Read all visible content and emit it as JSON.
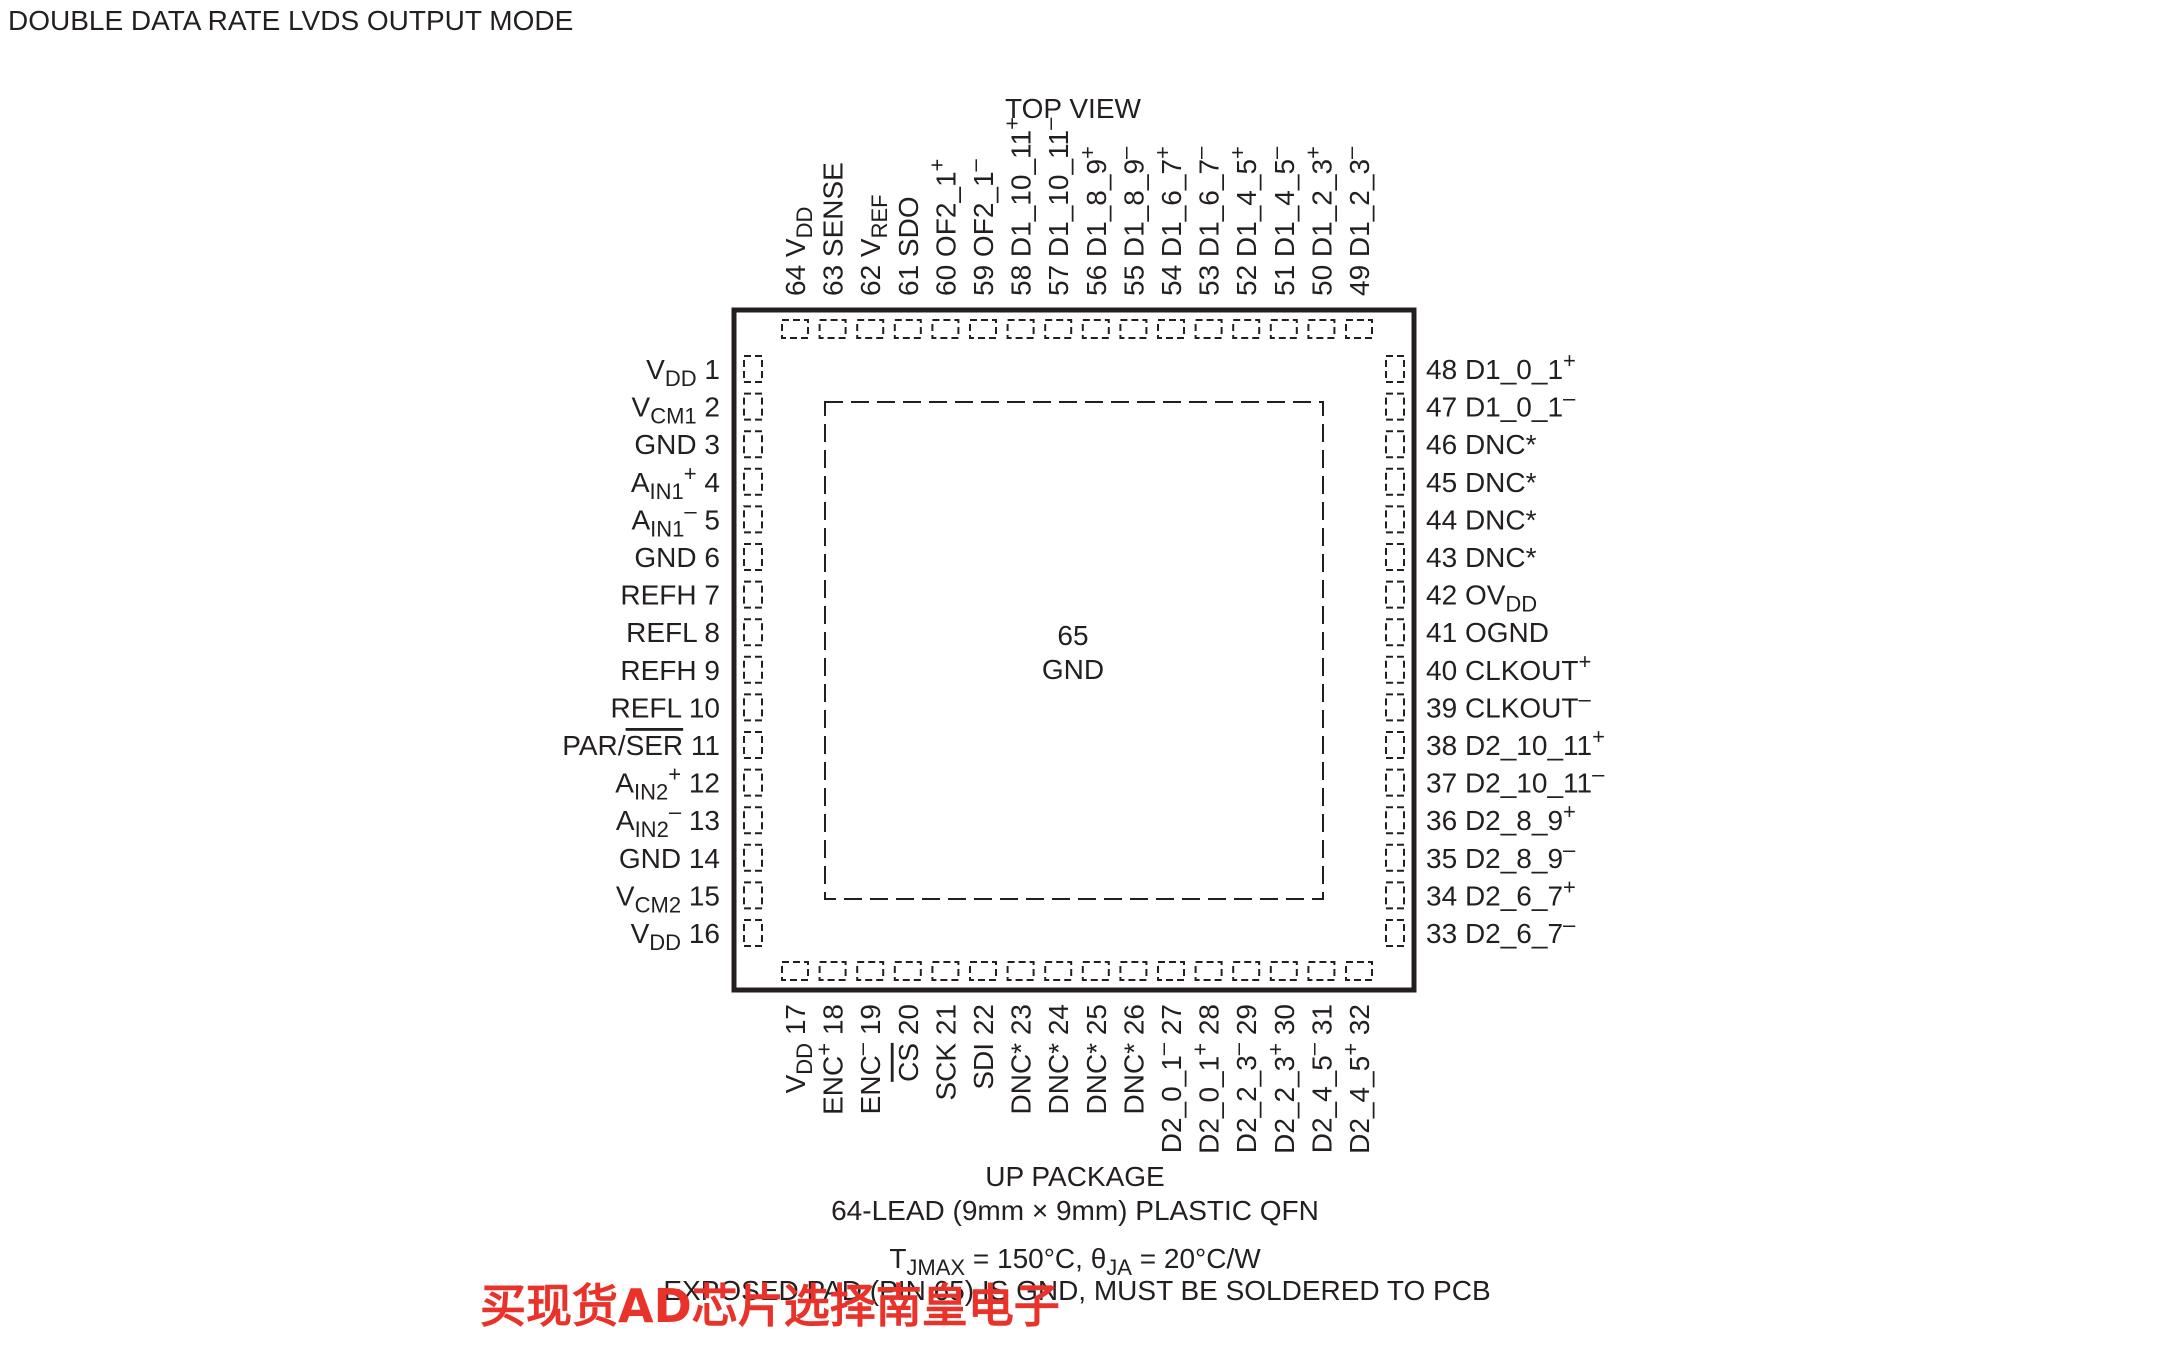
{
  "header": {
    "mode_title": "DOUBLE DATA RATE LVDS OUTPUT MODE",
    "view_label": "TOP VIEW"
  },
  "pad": {
    "line1": "65",
    "line2": "GND"
  },
  "footer": {
    "package_name": "UP PACKAGE",
    "package_desc": "64-LEAD (9mm × 9mm) PLASTIC QFN",
    "thermal": [
      {
        "t": "T"
      },
      {
        "t": "JMAX",
        "s": "sub"
      },
      {
        "t": " = 150°C, "
      },
      {
        "t": "θ"
      },
      {
        "t": "JA",
        "s": "sub"
      },
      {
        "t": " = 20°C/W"
      }
    ],
    "exposed_pad_note": "EXPOSED PAD (PIN 65) IS GND, MUST BE SOLDERED TO PCB"
  },
  "watermark": "买现货AD芯片选择南皇电子",
  "pins": {
    "left": [
      {
        "n": 1,
        "p": [
          {
            "t": "V"
          },
          {
            "t": "DD",
            "s": "sub"
          }
        ]
      },
      {
        "n": 2,
        "p": [
          {
            "t": "V"
          },
          {
            "t": "CM1",
            "s": "sub"
          }
        ]
      },
      {
        "n": 3,
        "p": [
          {
            "t": "GND"
          }
        ]
      },
      {
        "n": 4,
        "p": [
          {
            "t": "A"
          },
          {
            "t": "IN1",
            "s": "sub"
          },
          {
            "t": "+",
            "s": "sup"
          }
        ]
      },
      {
        "n": 5,
        "p": [
          {
            "t": "A"
          },
          {
            "t": "IN1",
            "s": "sub"
          },
          {
            "t": "–",
            "s": "sup"
          }
        ]
      },
      {
        "n": 6,
        "p": [
          {
            "t": "GND"
          }
        ]
      },
      {
        "n": 7,
        "p": [
          {
            "t": "REFH"
          }
        ]
      },
      {
        "n": 8,
        "p": [
          {
            "t": "REFL"
          }
        ]
      },
      {
        "n": 9,
        "p": [
          {
            "t": "REFH"
          }
        ]
      },
      {
        "n": 10,
        "p": [
          {
            "t": "REFL"
          }
        ]
      },
      {
        "n": 11,
        "p": [
          {
            "t": "PAR/"
          },
          {
            "t": "SER",
            "s": "ov"
          }
        ]
      },
      {
        "n": 12,
        "p": [
          {
            "t": "A"
          },
          {
            "t": "IN2",
            "s": "sub"
          },
          {
            "t": "+",
            "s": "sup"
          }
        ]
      },
      {
        "n": 13,
        "p": [
          {
            "t": "A"
          },
          {
            "t": "IN2",
            "s": "sub"
          },
          {
            "t": "–",
            "s": "sup"
          }
        ]
      },
      {
        "n": 14,
        "p": [
          {
            "t": "GND"
          }
        ]
      },
      {
        "n": 15,
        "p": [
          {
            "t": "V"
          },
          {
            "t": "CM2",
            "s": "sub"
          }
        ]
      },
      {
        "n": 16,
        "p": [
          {
            "t": "V"
          },
          {
            "t": "DD",
            "s": "sub"
          }
        ]
      }
    ],
    "right": [
      {
        "n": 48,
        "p": [
          {
            "t": "D1_0_1"
          },
          {
            "t": "+",
            "s": "sup"
          }
        ]
      },
      {
        "n": 47,
        "p": [
          {
            "t": "D1_0_1"
          },
          {
            "t": "–",
            "s": "sup"
          }
        ]
      },
      {
        "n": 46,
        "p": [
          {
            "t": "DNC*"
          }
        ]
      },
      {
        "n": 45,
        "p": [
          {
            "t": "DNC*"
          }
        ]
      },
      {
        "n": 44,
        "p": [
          {
            "t": "DNC*"
          }
        ]
      },
      {
        "n": 43,
        "p": [
          {
            "t": "DNC*"
          }
        ]
      },
      {
        "n": 42,
        "p": [
          {
            "t": "OV"
          },
          {
            "t": "DD",
            "s": "sub"
          }
        ]
      },
      {
        "n": 41,
        "p": [
          {
            "t": "OGND"
          }
        ]
      },
      {
        "n": 40,
        "p": [
          {
            "t": "CLKOUT"
          },
          {
            "t": "+",
            "s": "sup"
          }
        ]
      },
      {
        "n": 39,
        "p": [
          {
            "t": "CLKOUT"
          },
          {
            "t": "–",
            "s": "sup"
          }
        ]
      },
      {
        "n": 38,
        "p": [
          {
            "t": "D2_10_11"
          },
          {
            "t": "+",
            "s": "sup"
          }
        ]
      },
      {
        "n": 37,
        "p": [
          {
            "t": "D2_10_11"
          },
          {
            "t": "–",
            "s": "sup"
          }
        ]
      },
      {
        "n": 36,
        "p": [
          {
            "t": "D2_8_9"
          },
          {
            "t": "+",
            "s": "sup"
          }
        ]
      },
      {
        "n": 35,
        "p": [
          {
            "t": "D2_8_9"
          },
          {
            "t": "–",
            "s": "sup"
          }
        ]
      },
      {
        "n": 34,
        "p": [
          {
            "t": "D2_6_7"
          },
          {
            "t": "+",
            "s": "sup"
          }
        ]
      },
      {
        "n": 33,
        "p": [
          {
            "t": "D2_6_7"
          },
          {
            "t": "–",
            "s": "sup"
          }
        ]
      }
    ],
    "top": [
      {
        "n": 64,
        "p": [
          {
            "t": "V"
          },
          {
            "t": "DD",
            "s": "sub"
          }
        ]
      },
      {
        "n": 63,
        "p": [
          {
            "t": "SENSE"
          }
        ]
      },
      {
        "n": 62,
        "p": [
          {
            "t": "V"
          },
          {
            "t": "REF",
            "s": "sub"
          }
        ]
      },
      {
        "n": 61,
        "p": [
          {
            "t": "SDO"
          }
        ]
      },
      {
        "n": 60,
        "p": [
          {
            "t": "OF2_1"
          },
          {
            "t": "+",
            "s": "sup"
          }
        ]
      },
      {
        "n": 59,
        "p": [
          {
            "t": "OF2_1"
          },
          {
            "t": "–",
            "s": "sup"
          }
        ]
      },
      {
        "n": 58,
        "p": [
          {
            "t": "D1_10_11"
          },
          {
            "t": "+",
            "s": "sup"
          }
        ]
      },
      {
        "n": 57,
        "p": [
          {
            "t": "D1_10_11"
          },
          {
            "t": "–",
            "s": "sup"
          }
        ]
      },
      {
        "n": 56,
        "p": [
          {
            "t": "D1_8_9"
          },
          {
            "t": "+",
            "s": "sup"
          }
        ]
      },
      {
        "n": 55,
        "p": [
          {
            "t": "D1_8_9"
          },
          {
            "t": "–",
            "s": "sup"
          }
        ]
      },
      {
        "n": 54,
        "p": [
          {
            "t": "D1_6_7"
          },
          {
            "t": "+",
            "s": "sup"
          }
        ]
      },
      {
        "n": 53,
        "p": [
          {
            "t": "D1_6_7"
          },
          {
            "t": "–",
            "s": "sup"
          }
        ]
      },
      {
        "n": 52,
        "p": [
          {
            "t": "D1_4_5"
          },
          {
            "t": "+",
            "s": "sup"
          }
        ]
      },
      {
        "n": 51,
        "p": [
          {
            "t": "D1_4_5"
          },
          {
            "t": "–",
            "s": "sup"
          }
        ]
      },
      {
        "n": 50,
        "p": [
          {
            "t": "D1_2_3"
          },
          {
            "t": "+",
            "s": "sup"
          }
        ]
      },
      {
        "n": 49,
        "p": [
          {
            "t": "D1_2_3"
          },
          {
            "t": "–",
            "s": "sup"
          }
        ]
      }
    ],
    "bottom": [
      {
        "n": 17,
        "p": [
          {
            "t": "V"
          },
          {
            "t": "DD",
            "s": "sub"
          }
        ]
      },
      {
        "n": 18,
        "p": [
          {
            "t": "ENC"
          },
          {
            "t": "+",
            "s": "sup"
          }
        ]
      },
      {
        "n": 19,
        "p": [
          {
            "t": "ENC"
          },
          {
            "t": "–",
            "s": "sup"
          }
        ]
      },
      {
        "n": 20,
        "p": [
          {
            "t": "CS",
            "s": "ov"
          }
        ]
      },
      {
        "n": 21,
        "p": [
          {
            "t": "SCK"
          }
        ]
      },
      {
        "n": 22,
        "p": [
          {
            "t": "SDI"
          }
        ]
      },
      {
        "n": 23,
        "p": [
          {
            "t": "DNC*"
          }
        ]
      },
      {
        "n": 24,
        "p": [
          {
            "t": "DNC*"
          }
        ]
      },
      {
        "n": 25,
        "p": [
          {
            "t": "DNC*"
          }
        ]
      },
      {
        "n": 26,
        "p": [
          {
            "t": "DNC*"
          }
        ]
      },
      {
        "n": 27,
        "p": [
          {
            "t": "D2_0_1"
          },
          {
            "t": "–",
            "s": "sup"
          }
        ]
      },
      {
        "n": 28,
        "p": [
          {
            "t": "D2_0_1"
          },
          {
            "t": "+",
            "s": "sup"
          }
        ]
      },
      {
        "n": 29,
        "p": [
          {
            "t": "D2_2_3"
          },
          {
            "t": "–",
            "s": "sup"
          }
        ]
      },
      {
        "n": 30,
        "p": [
          {
            "t": "D2_2_3"
          },
          {
            "t": "+",
            "s": "sup"
          }
        ]
      },
      {
        "n": 31,
        "p": [
          {
            "t": "D2_4_5"
          },
          {
            "t": "–",
            "s": "sup"
          }
        ]
      },
      {
        "n": 32,
        "p": [
          {
            "t": "D2_4_5"
          },
          {
            "t": "+",
            "s": "sup"
          }
        ]
      }
    ]
  }
}
